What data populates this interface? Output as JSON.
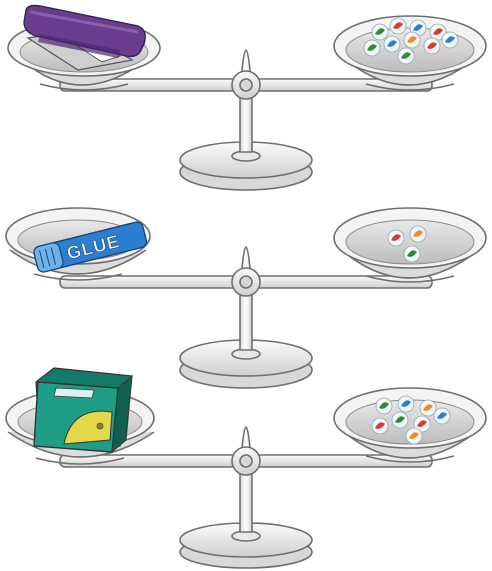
{
  "scales": [
    {
      "left_item": "stapler",
      "right_marble_count": 10,
      "marble_colors": [
        "#2e8b3d",
        "#d73a2e",
        "#2b7fd1",
        "#d73a2e",
        "#2e8b3d",
        "#2b7fd1",
        "#f08a24",
        "#d73a2e",
        "#2b7fd1",
        "#2e8b3d"
      ]
    },
    {
      "left_item": "glue-stick",
      "left_item_text": "GLUE",
      "right_marble_count": 3,
      "marble_colors": [
        "#d73a2e",
        "#f08a24",
        "#2e8b3d"
      ]
    },
    {
      "left_item": "book",
      "right_marble_count": 8,
      "marble_colors": [
        "#2e8b3d",
        "#2b7fd1",
        "#f08a24",
        "#d73a2e",
        "#2e8b3d",
        "#d73a2e",
        "#2b7fd1",
        "#f08a24"
      ]
    }
  ],
  "colors": {
    "metal_fill": "#f2f2f2",
    "metal_shade": "#cfcfcf",
    "stapler_purple": "#6a3d8f",
    "glue_blue": "#2c7fd0",
    "book_green": "#1f9e86",
    "book_yellow": "#e3d84a"
  }
}
